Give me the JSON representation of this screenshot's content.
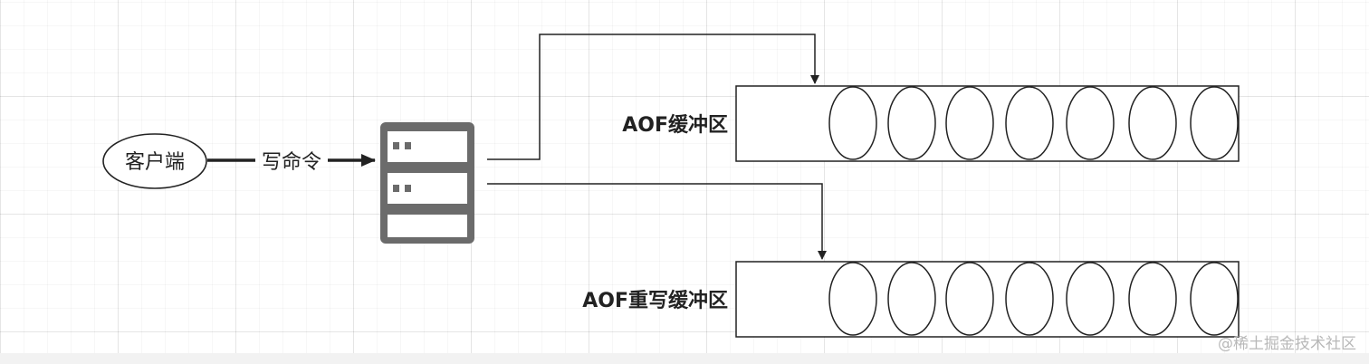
{
  "diagram": {
    "client": {
      "label": "客户端",
      "icon": "ellipse-node"
    },
    "edge_write": {
      "label": "写命令"
    },
    "server": {
      "icon": "server-icon"
    },
    "buffers": [
      {
        "label": "AOF缓冲区",
        "slot_count": 7
      },
      {
        "label": "AOF重写缓冲区",
        "slot_count": 7
      }
    ]
  },
  "watermark": "@稀土掘金技术社区",
  "colors": {
    "stroke": "#222222",
    "server_fill": "#6b6b6b",
    "server_slot": "#ffffff",
    "grid": "#e8e8e8"
  }
}
